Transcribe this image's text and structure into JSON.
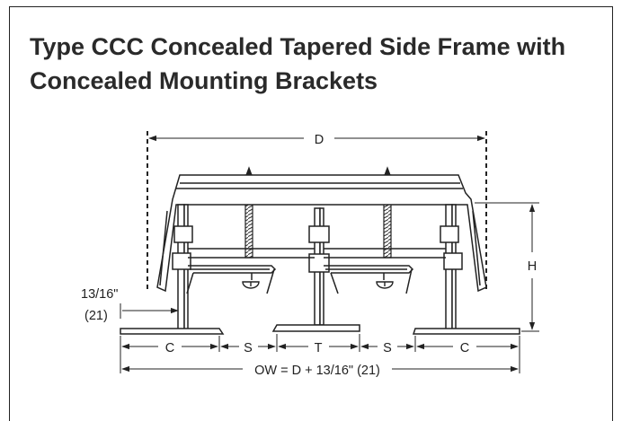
{
  "title": {
    "line1": "Type CCC Concealed Tapered Side Frame with",
    "line2": "Concealed Mounting Brackets"
  },
  "dimensions": {
    "D": "D",
    "H": "H",
    "offset": "13/16\"",
    "offset_mm": "(21)",
    "C_left": "C",
    "S_left": "S",
    "T": "T",
    "S_right": "S",
    "C_right": "C",
    "OW": "OW = D + 13/16\" (21)"
  },
  "colors": {
    "ink": "#222222",
    "title": "#2a2a2a",
    "background": "#ffffff"
  }
}
